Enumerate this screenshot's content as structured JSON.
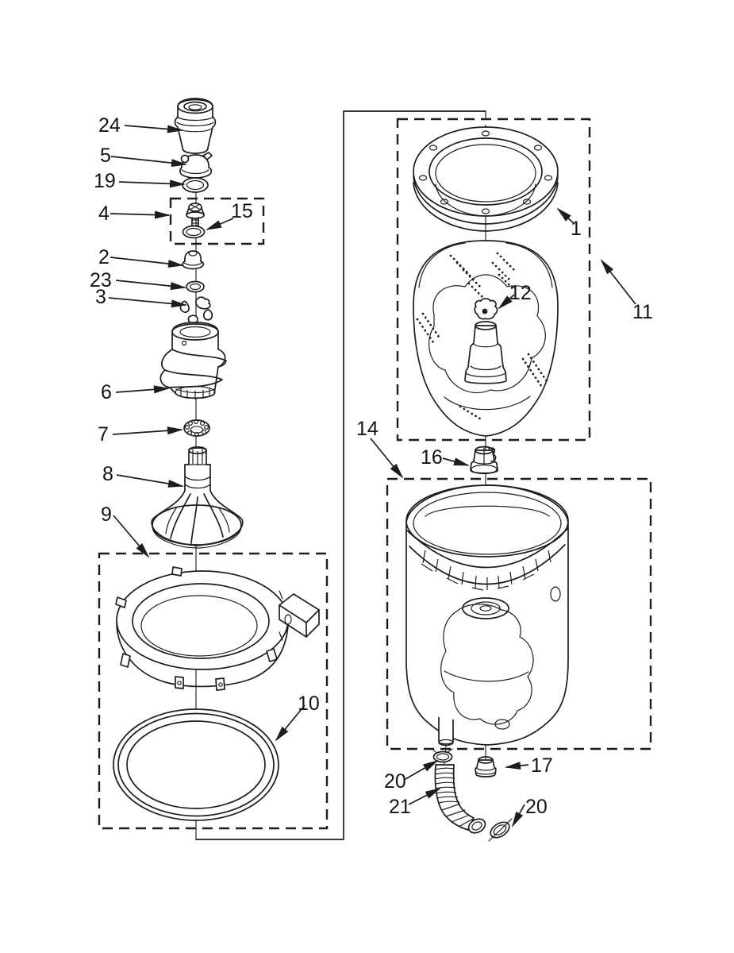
{
  "diagram": {
    "kind": "exploded-parts-diagram",
    "colors": {
      "ink": "#1d1d1d",
      "background": "#ffffff"
    },
    "callouts": {
      "c24": "24",
      "c5": "5",
      "c19": "19",
      "c4": "4",
      "c15": "15",
      "c2": "2",
      "c23": "23",
      "c3": "3",
      "c6": "6",
      "c7": "7",
      "c8": "8",
      "c9": "9",
      "c10": "10",
      "c1": "1",
      "c11": "11",
      "c12": "12",
      "c14": "14",
      "c16": "16",
      "c17": "17",
      "c20_top": "20",
      "c21": "21",
      "c20_bottom": "20"
    }
  }
}
